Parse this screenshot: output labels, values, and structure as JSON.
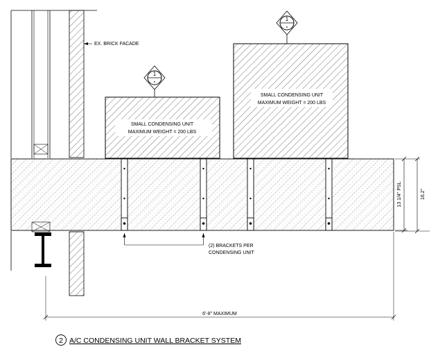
{
  "labels": {
    "brick_facade": "EX. BRICK FACADE",
    "unit_left_line1": "SMALL CONDENSING UNIT",
    "unit_left_line2": "MAXIMUM WEIGHT = 200 LBS",
    "unit_right_line1": "SMALL CONDENSING UNIT",
    "unit_right_line2": "MAXIMUM WEIGHT = 200 LBS",
    "brackets_line1": "(2) BRACKETS PER",
    "brackets_line2": "CONDENSING UNIT",
    "dim_psl": "13 1/4\" PSL",
    "dim_total": "16.2\"",
    "dim_width": "6'-8\" MAXIMUM"
  },
  "markers": {
    "left_top": "1",
    "left_bottom": "-",
    "right_top": "1",
    "right_bottom": "-"
  },
  "title": {
    "number": "2",
    "text": "A/C CONDENSING UNIT WALL BRACKET SYSTEM"
  }
}
